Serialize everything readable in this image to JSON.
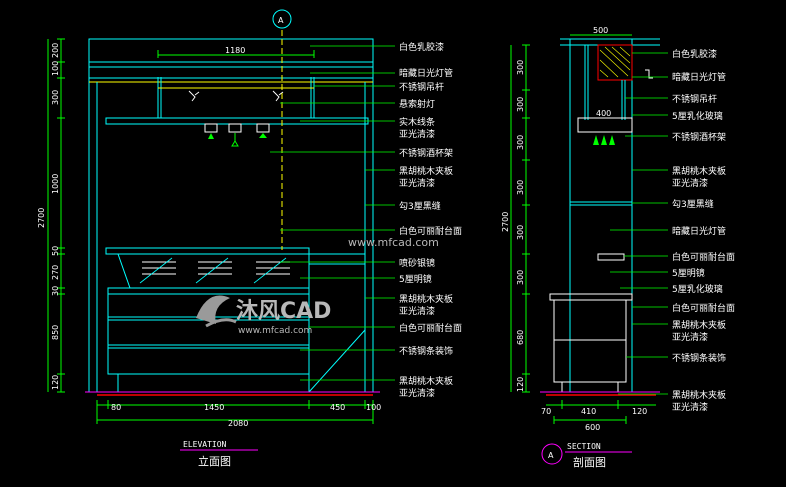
{
  "colors": {
    "background": "#000000",
    "line_cyan": "#00ffff",
    "line_yellow": "#ffff00",
    "line_green": "#00ff00",
    "line_magenta": "#ff00ff",
    "line_red": "#ff0000",
    "text": "#ffffff"
  },
  "elevation": {
    "section_marker": "A",
    "top_dim": "1180",
    "left_dims": [
      "200",
      "100",
      "300",
      "1000",
      "50",
      "270",
      "30",
      "850",
      "120"
    ],
    "total_height": "2700",
    "bottom_dims": [
      "80",
      "1450",
      "450",
      "100"
    ],
    "total_width": "2080",
    "labels": [
      "白色乳胶漆",
      "暗藏日光灯管",
      "不锈钢吊杆",
      "悬索射灯",
      "实木线条",
      "亚光清漆",
      "不锈钢酒杯架",
      "黑胡桃木夹板",
      "亚光清漆",
      "勾3厘黑缝",
      "白色可丽耐台面",
      "喷砂银镜",
      "5厘明镜",
      "黑胡桃木夹板",
      "亚光清漆",
      "白色可丽耐台面",
      "不锈钢条装饰",
      "黑胡桃木夹板",
      "亚光清漆"
    ],
    "title_en": "ELEVATION",
    "title_cn": "立面图"
  },
  "section": {
    "top_dim": "500",
    "inner_dim": "400",
    "left_dims": [
      "300",
      "300",
      "300",
      "300",
      "300",
      "300",
      "680",
      "120"
    ],
    "total_height": "2700",
    "bottom_dims": [
      "70",
      "410",
      "120"
    ],
    "total_width": "600",
    "labels": [
      "白色乳胶漆",
      "暗藏日光灯管",
      "不锈钢吊杆",
      "5厘乳化玻璃",
      "不锈钢酒杯架",
      "黑胡桃木夹板",
      "亚光清漆",
      "勾3厘黑缝",
      "暗藏日光灯管",
      "白色可丽耐台面",
      "5厘明镜",
      "5厘乳化玻璃",
      "白色可丽耐台面",
      "黑胡桃木夹板",
      "亚光清漆",
      "不锈钢条装饰",
      "黑胡桃木夹板",
      "亚光清漆"
    ],
    "marker": "A",
    "title_en": "SECTION",
    "title_cn": "剖面图"
  },
  "watermark": {
    "url": "www.mfcad.com",
    "brand": "沐风CAD",
    "url2": "www.mfcad.com"
  }
}
